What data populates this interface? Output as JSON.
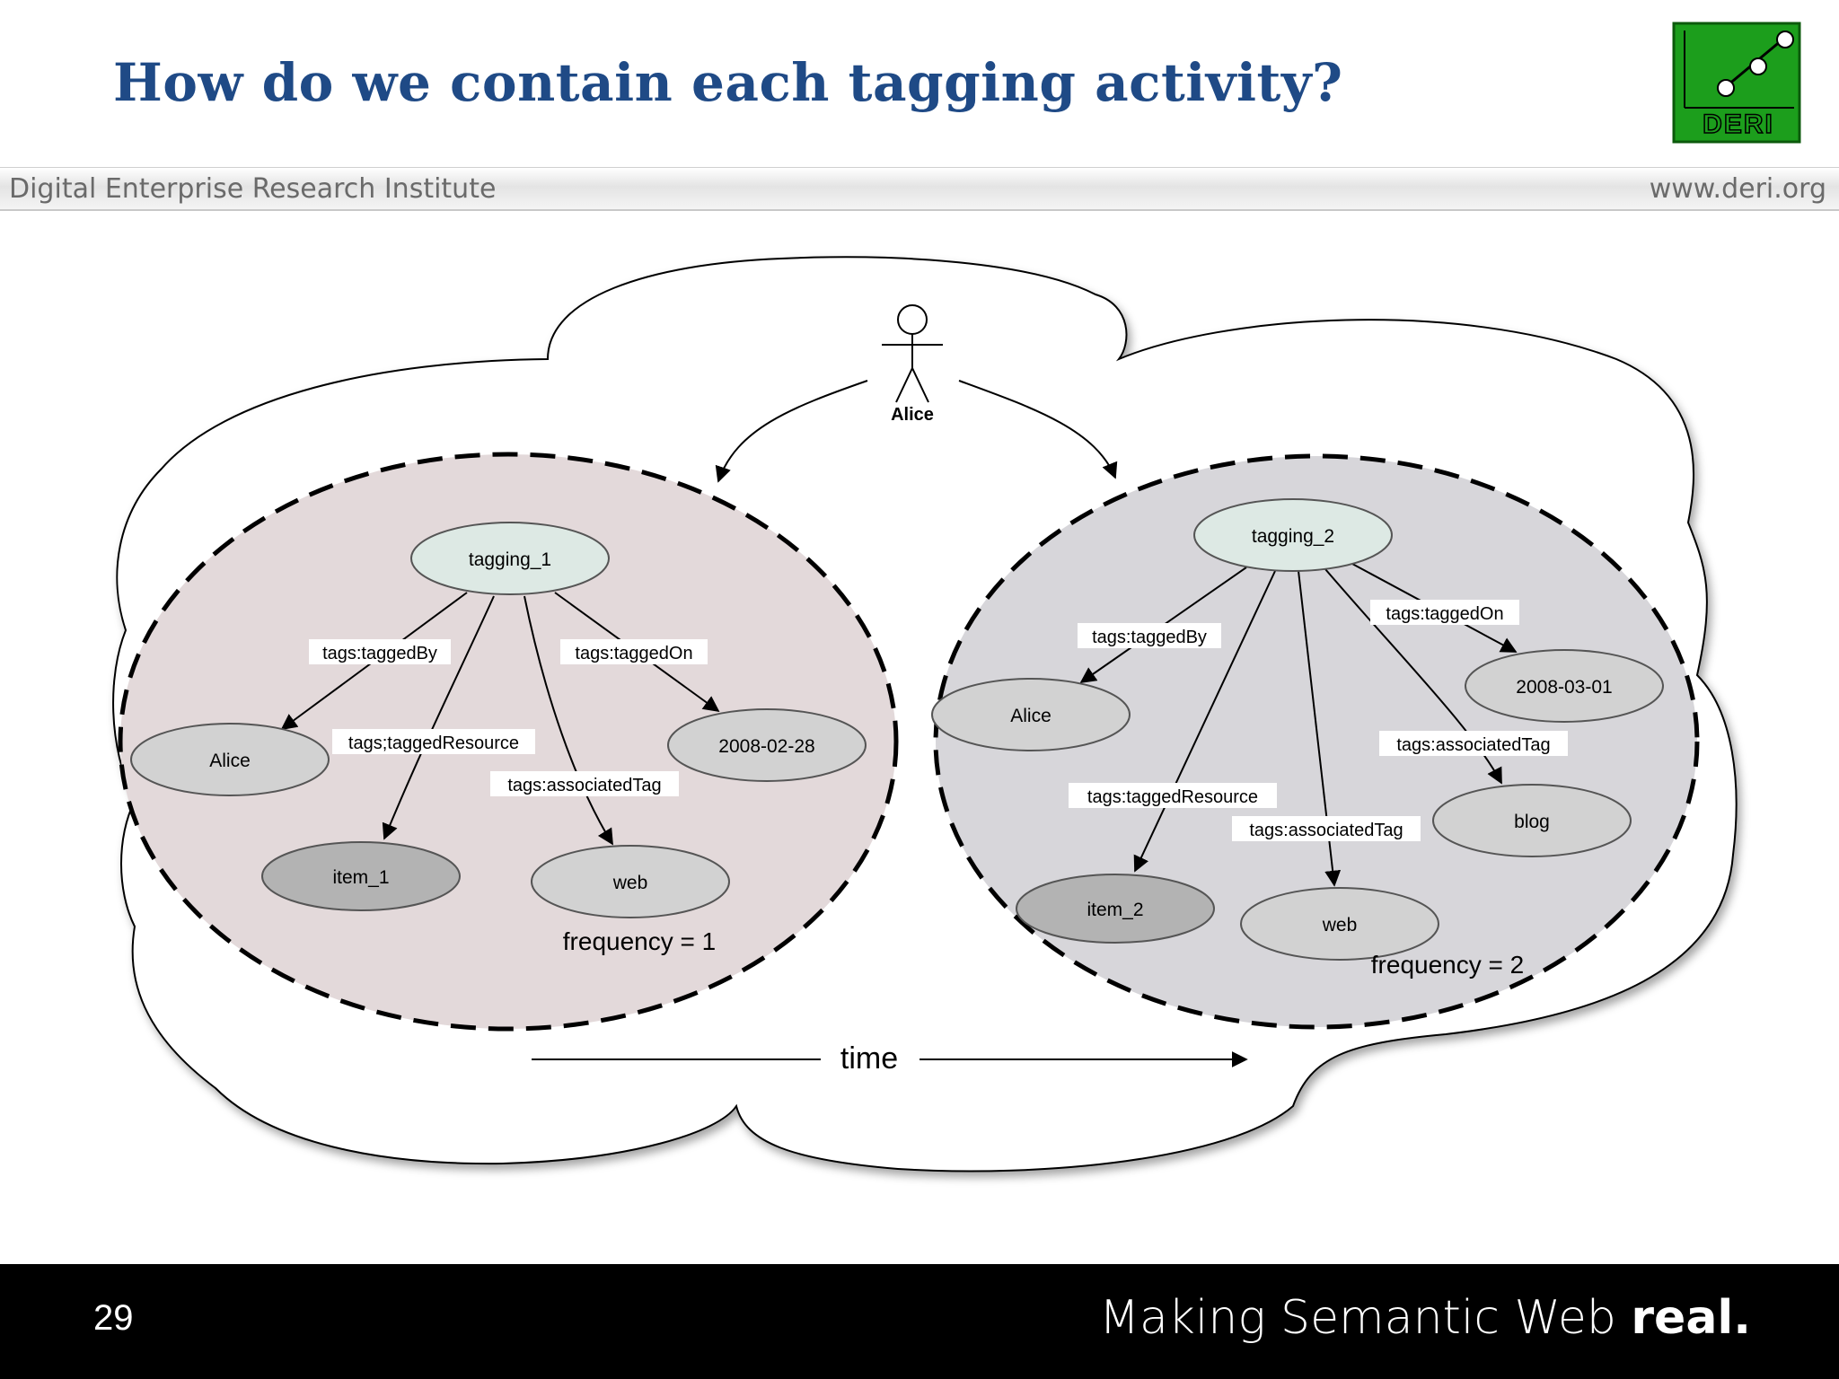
{
  "slide": {
    "title": "How do we contain each tagging activity?",
    "org_left": "Digital Enterprise Research Institute",
    "org_right": "www.deri.org",
    "logo_text": "DERI",
    "page_number": "29",
    "tagline_main": "Making Semantic Web",
    "tagline_bold": "real."
  },
  "diagram": {
    "actor": "Alice",
    "time_label": "time",
    "left": {
      "center": "tagging_1",
      "nodes": {
        "agent": "Alice",
        "date": "2008-02-28",
        "resource": "item_1",
        "tag": "web"
      },
      "edges": {
        "tagged_by": "tags:taggedBy",
        "tagged_on": "tags:taggedOn",
        "tagged_resource": "tags;taggedResource",
        "associated_tag": "tags:associatedTag"
      },
      "frequency": "frequency = 1"
    },
    "right": {
      "center": "tagging_2",
      "nodes": {
        "agent": "Alice",
        "date": "2008-03-01",
        "resource": "item_2",
        "tag1": "web",
        "tag2": "blog"
      },
      "edges": {
        "tagged_by": "tags:taggedBy",
        "tagged_on": "tags:taggedOn",
        "tagged_resource": "tags:taggedResource",
        "associated_tag1": "tags:associatedTag",
        "associated_tag2": "tags:associatedTag"
      },
      "frequency": "frequency = 2"
    },
    "colors": {
      "title": "#1f4a86",
      "center_node": "#dde9e4",
      "gray_node": "#d2d2d2",
      "dark_node": "#b3b3b3",
      "left_region": "#e3d9da",
      "right_region": "#d7d6da",
      "logo_green": "#1c9e1c"
    }
  }
}
